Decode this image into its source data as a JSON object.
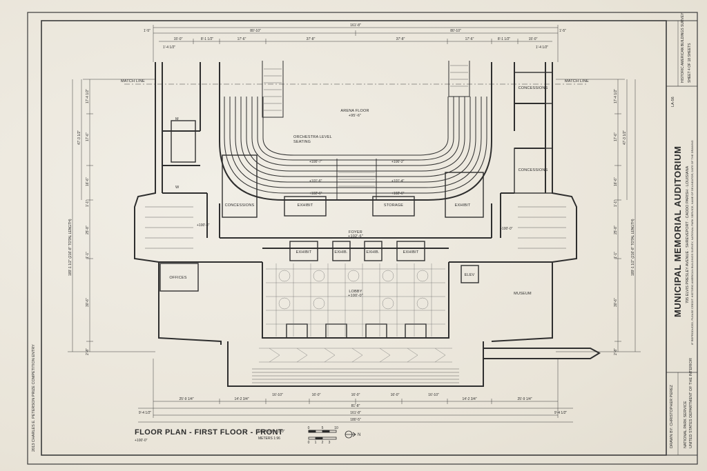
{
  "sheet": {
    "title": "MUNICIPAL MEMORIAL AUDITORIUM",
    "address": "705 ELVIS PRESLEY AVENUE · SHREVEPORT · CADDO PARISH · LOUISIANA",
    "drawn_by": "DRAWN BY: CHRISTOPHER PEREZ",
    "agency_line1": "NATIONAL PARK SERVICE",
    "agency_line2": "UNITED STATES DEPARTMENT OF THE INTERIOR",
    "survey_title": "HISTORIC AMERICAN BUILDINGS SURVEY",
    "survey_number": "LA-56",
    "sheet_of": "SHEET 4 OF 18 SHEETS",
    "side_entry": "2013 CHARLES E. PETERSON PRIZE COMPETITION ENTRY",
    "disclaimer": "IF REPRODUCED, PLEASE CREDIT: HISTORIC AMERICAN BUILDINGS SURVEY, NATIONAL PARK SERVICE, NAME OF DELINEATOR, DATE OF THE DRAWING"
  },
  "drawing": {
    "title": "FLOOR PLAN - FIRST FLOOR - FRONT",
    "elevation": "+100'-0\"",
    "scale_feet": "FEET  1/8\" = 1'-0\"",
    "scale_meters": "METERS  1:96",
    "scale_ticks_feet": [
      "0",
      "5",
      "10"
    ],
    "scale_ticks_meters": [
      "0",
      "1",
      "2",
      "3"
    ],
    "north": "N"
  },
  "rooms": {
    "arena_floor": "ARENA FLOOR",
    "arena_floor_elev": "+95'-6\"",
    "orchestra_seating_1": "ORCHESTRA LEVEL",
    "orchestra_seating_2": "SEATING",
    "concessions_ne": "CONCESSIONS",
    "concessions_e": "CONCESSIONS",
    "concessions_w": "CONCESSIONS",
    "exhibit_nw": "EXHIBIT",
    "storage": "STORAGE",
    "exhibit_ne": "EXHIBIT",
    "foyer": "FOYER",
    "foyer_elev": "+102'-6\"",
    "exhibit_1": "EXHIBIT",
    "exhibit_2": "EXHIB.",
    "exhibit_3": "EXHIB.",
    "exhibit_4": "EXHIBIT",
    "lobby": "LOBBY",
    "lobby_elev": "+100'-0\"",
    "offices": "OFFICES",
    "museum": "MUSEUM",
    "elev": "ELEV",
    "match_line_left": "MATCH LINE",
    "match_line_right": "MATCH LINE",
    "women": "W",
    "men": "M",
    "elev_100_7": "+100'-7\"",
    "elev_100_2": "+100'-2\"",
    "elev_101_6": "+101'-6\"",
    "elev_101_4": "+101'-4\"",
    "elev_102_6a": "+102'-6\"",
    "elev_102_6b": "+102'-6\"",
    "elev_100_3": "+100'-3\"",
    "elev_100_0": "+100'-0\""
  },
  "dimensions": {
    "top_overall": "161'-8\"",
    "top_left": "80'-10\"",
    "top_right": "80'-10\"",
    "top_segments": [
      "15'-0\"",
      "8'-1 1/2\"",
      "17'-6\"",
      "37'-8\"",
      "37'-8\"",
      "17'-6\"",
      "8'-1 1/2\"",
      "15'-0\""
    ],
    "top_edge_left": "1'-4 1/2\"",
    "top_edge_right": "1'-4 1/2\"",
    "top_corner_left": "1'-5\"",
    "top_corner_right": "1'-5\"",
    "bottom_segments": [
      "25'-9 1/4\"",
      "14'-2 3/4\"",
      "16'-10\"",
      "16'-0\"",
      "16'-0\"",
      "16'-0\"",
      "16'-10\"",
      "14'-2 3/4\"",
      "25'-9 1/4\""
    ],
    "bottom_middle": "81'-8\"",
    "bottom_overall": "161'-8\"",
    "bottom_total": "180'-5\"",
    "bottom_edge_left": "9'-4 1/2\"",
    "bottom_edge_right": "9'-4 1/2\"",
    "left_total": "189'-1 1/2\" (216'-8\" TOTAL LENGTH)",
    "left_partial": "47'-3 1/2\"",
    "left_segments": [
      "17'-4 1/2\"",
      "17'-6\"",
      "16'-6\"",
      "1'-1\"",
      "25'-8\"",
      "1'-1\"",
      "30'-6\"",
      "2'-8\""
    ],
    "right_total": "189'-1 1/2\" (216'-8\" TOTAL LENGTH)",
    "right_partial": "47'-3 1/2\"",
    "right_segments": [
      "17'-4 1/2\"",
      "17'-6\"",
      "16'-6\"",
      "1'-1\"",
      "25'-8\"",
      "1'-1\"",
      "30'-6\"",
      "2'-8\""
    ]
  }
}
